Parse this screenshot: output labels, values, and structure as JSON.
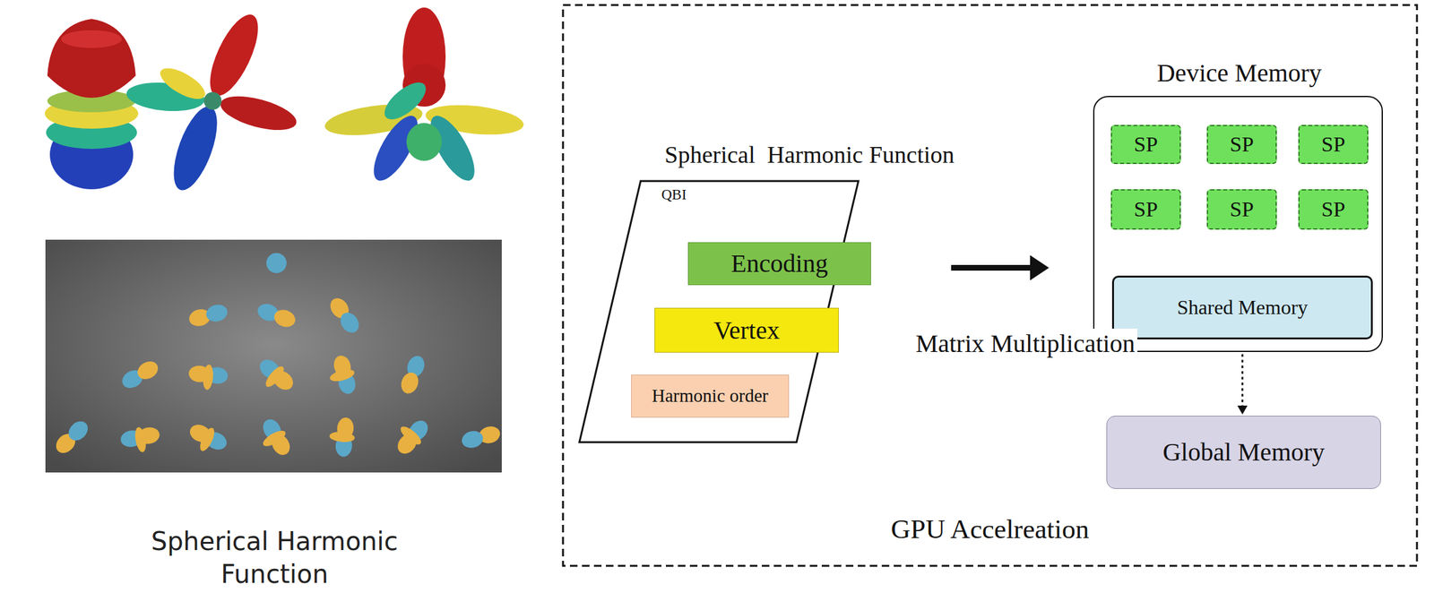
{
  "diagram": {
    "nodes": [
      {
        "text": [
          "GPU Accelreation"
        ]
      },
      {
        "text": [
          "Spherical  Harmonic Function",
          "QBI"
        ],
        "in": 0
      },
      {
        "text": [
          "Encoding"
        ],
        "in": 1
      },
      {
        "text": [
          "Vertex"
        ],
        "in": 1
      },
      {
        "text": [
          "Harmonic order"
        ],
        "in": 1
      },
      {
        "text": [
          "Device Memory"
        ],
        "in": 0
      },
      {
        "text": [
          "SP"
        ],
        "in": 5
      },
      {
        "text": [
          "SP"
        ],
        "in": 5
      },
      {
        "text": [
          "SP"
        ],
        "in": 5
      },
      {
        "text": [
          "SP"
        ],
        "in": 5
      },
      {
        "text": [
          "SP"
        ],
        "in": 5
      },
      {
        "text": [
          "SP"
        ],
        "in": 5
      },
      {
        "text": [
          "Shared Memory"
        ],
        "in": 5
      },
      {
        "text": [
          "Global Memory"
        ],
        "in": 0
      }
    ],
    "edges": [
      {
        "from": 1,
        "to": 5,
        "arrow": "to",
        "label": "Matrix Multiplication"
      },
      {
        "from": 12,
        "to": 13,
        "arrow": "both"
      }
    ],
    "labels": [
      "Spherical Harmonic Function"
    ]
  }
}
